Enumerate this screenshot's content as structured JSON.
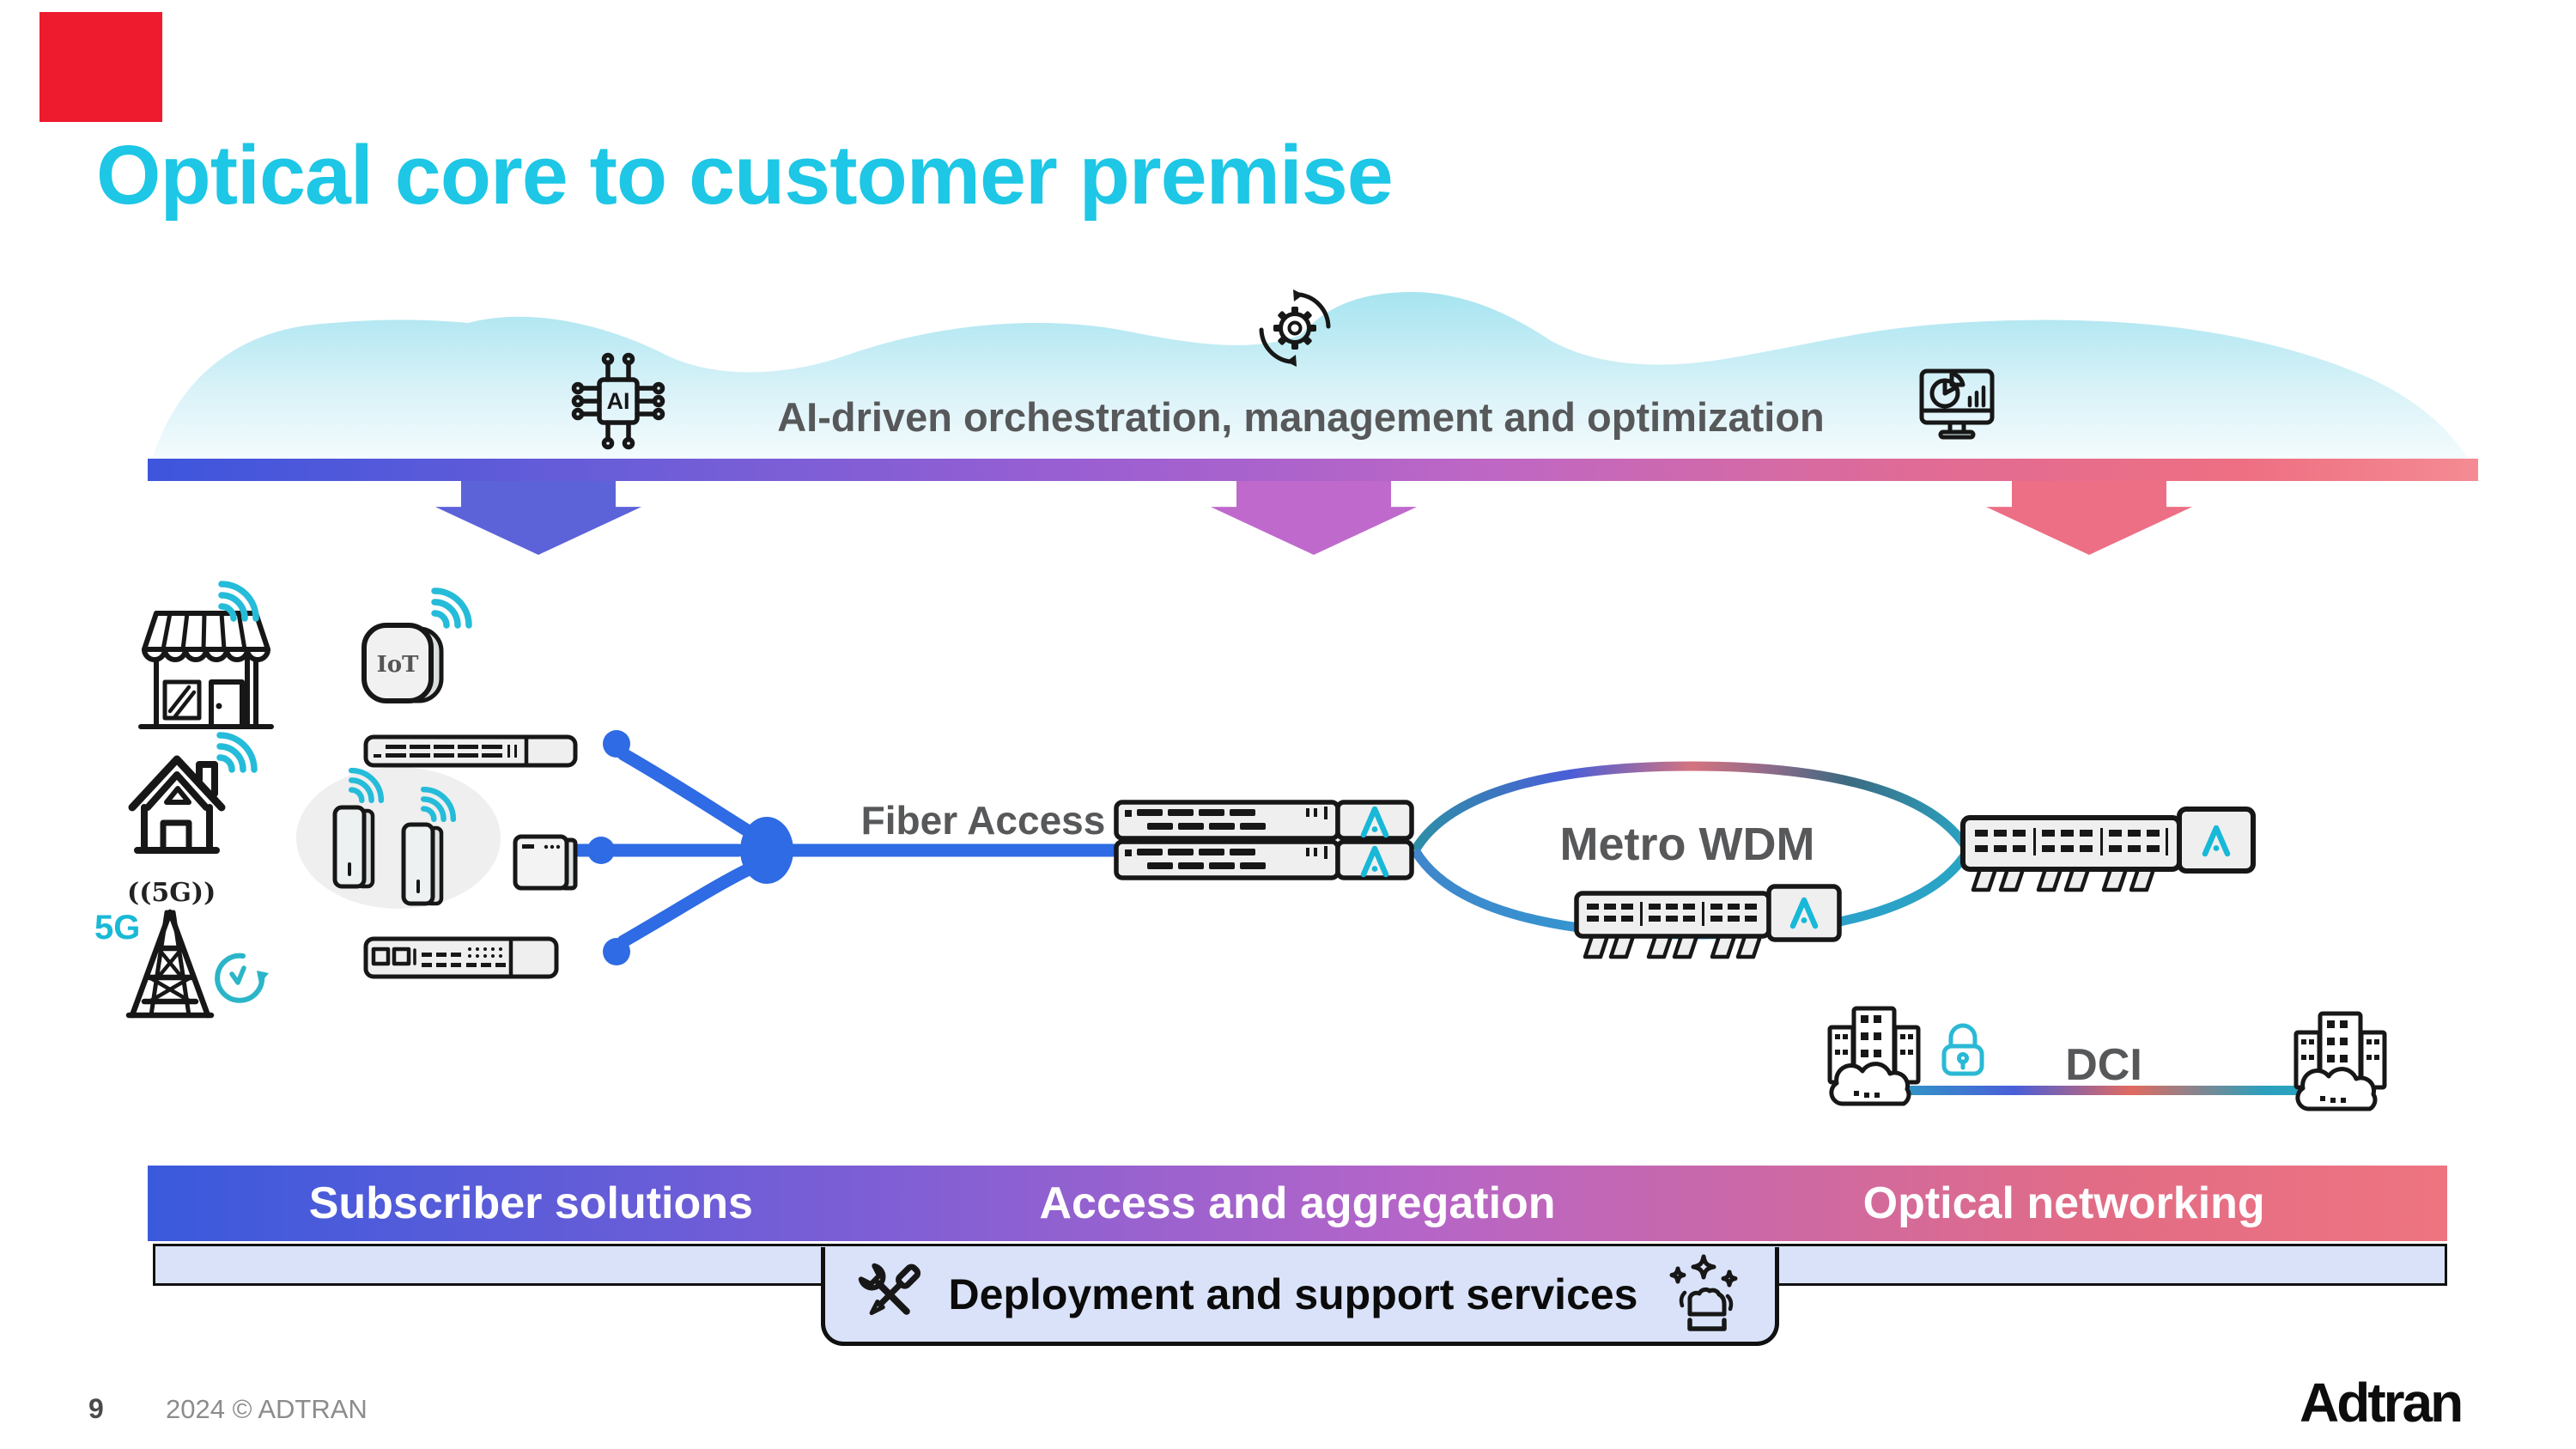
{
  "marker": {
    "color": "#ee1b2e"
  },
  "title": {
    "text": "Optical core to customer premise",
    "color": "#1dc7e5"
  },
  "cloud": {
    "label": "AI-driven orchestration, management and optimization",
    "ai_chip_text": "AI",
    "fill_top": "#a6e4f0"
  },
  "network": {
    "fiber_access_label": "Fiber Access",
    "metro_wdm_label": "Metro WDM",
    "dci_label": "DCI",
    "iot_label": "IoT",
    "five_g_label": "5G",
    "five_g_antenna_label": "((5G))"
  },
  "bands": {
    "segments": [
      {
        "label": "Subscriber solutions"
      },
      {
        "label": "Access and aggregation"
      },
      {
        "label": "Optical networking"
      }
    ],
    "services_label": "Deployment and support services"
  },
  "footer": {
    "page_number": "9",
    "copyright": "2024 © ADTRAN",
    "brand": "Adtran"
  },
  "colors": {
    "wifi_cyan": "#25bcd9",
    "adtran_logo_cyan": "#17b8d8",
    "splitter_blue": "#2e6be4",
    "arrow_left": "#5c63d9",
    "arrow_middle": "#bf69cd",
    "arrow_right": "#ec6f85",
    "text_gray": "#57585a",
    "strip_blue": "#d9e2f8"
  }
}
